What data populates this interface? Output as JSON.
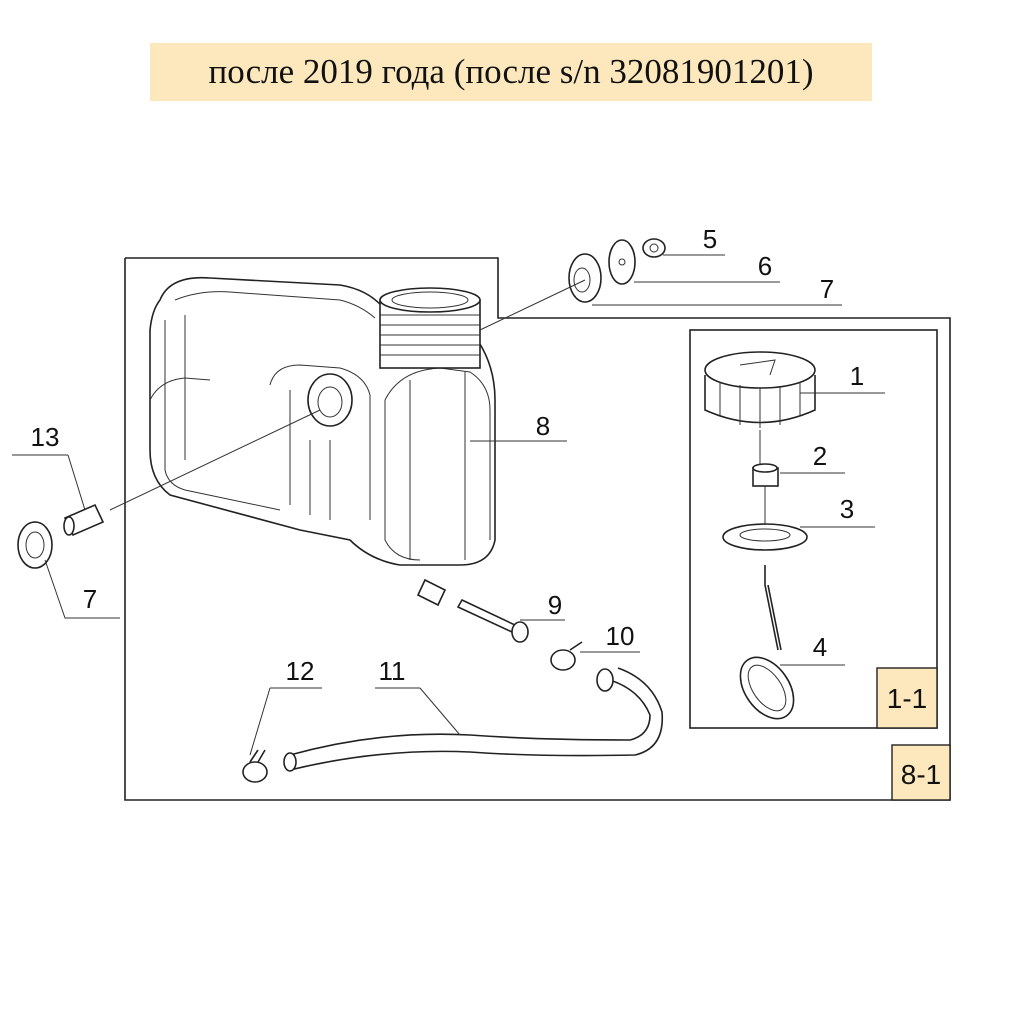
{
  "title": "после 2019 года (после s/n 32081901201)",
  "badges": {
    "sub_assembly": "1-1",
    "assembly": "8-1"
  },
  "callouts": {
    "p1": "1",
    "p2": "2",
    "p3": "3",
    "p4": "4",
    "p5": "5",
    "p6": "6",
    "p7_top": "7",
    "p7_left": "7",
    "p8": "8",
    "p9": "9",
    "p10": "10",
    "p11": "11",
    "p12": "12",
    "p13": "13"
  },
  "colors": {
    "highlight": "#fde8bd",
    "line": "#222222"
  }
}
